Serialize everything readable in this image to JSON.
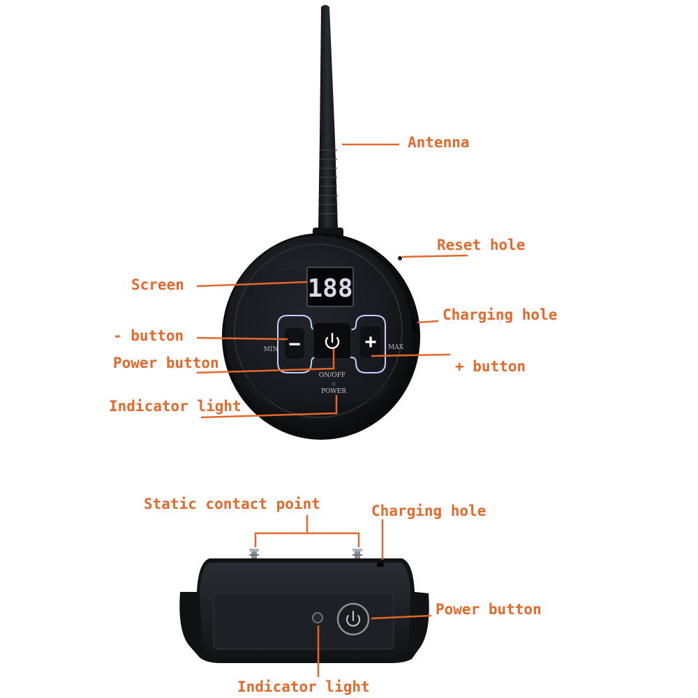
{
  "colors": {
    "label": "#e2692a",
    "leader": "#e2692a",
    "device_body": "#16181c",
    "panel_outline": "#c8d0ff",
    "screen_digits": "#e04848"
  },
  "transmitter": {
    "labels": {
      "antenna": "Antenna",
      "reset_hole": "Reset hole",
      "screen": "Screen",
      "charging_hole": "Charging hole",
      "minus_button": "- button",
      "power_button": "Power button",
      "plus_button": "+ button",
      "indicator_light": "Indicator light"
    },
    "panel": {
      "min_text": "MIN",
      "max_text": "MAX",
      "minus_symbol": "−",
      "plus_symbol": "+",
      "on_off_text": "ON/OFF",
      "power_text": "POWER",
      "screen_reading": "188"
    },
    "icons": [
      "power-icon"
    ]
  },
  "receiver": {
    "labels": {
      "static_contact_point": "Static contact point",
      "charging_hole": "Charging hole",
      "power_button": "Power button",
      "indicator_light": "Indicator light"
    },
    "icons": [
      "power-icon"
    ]
  }
}
